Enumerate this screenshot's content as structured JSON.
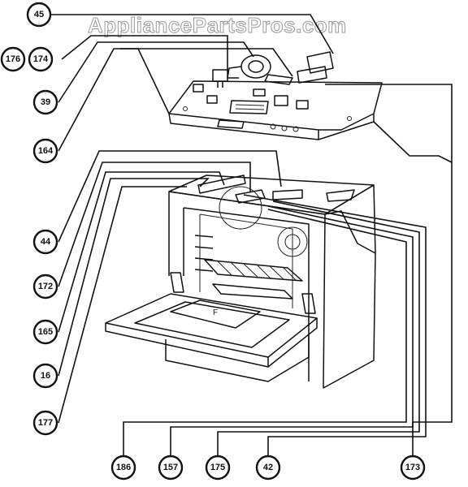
{
  "watermark": "AppliancePartsPros.com",
  "callouts": {
    "c45": "45",
    "c176": "176",
    "c174": "174",
    "c39": "39",
    "c164": "164",
    "c44": "44",
    "c172": "172",
    "c165": "165",
    "c16": "16",
    "c177": "177",
    "c186": "186",
    "c157": "157",
    "c175": "175",
    "c42": "42",
    "c173": "173"
  },
  "oven_window_label": "F"
}
